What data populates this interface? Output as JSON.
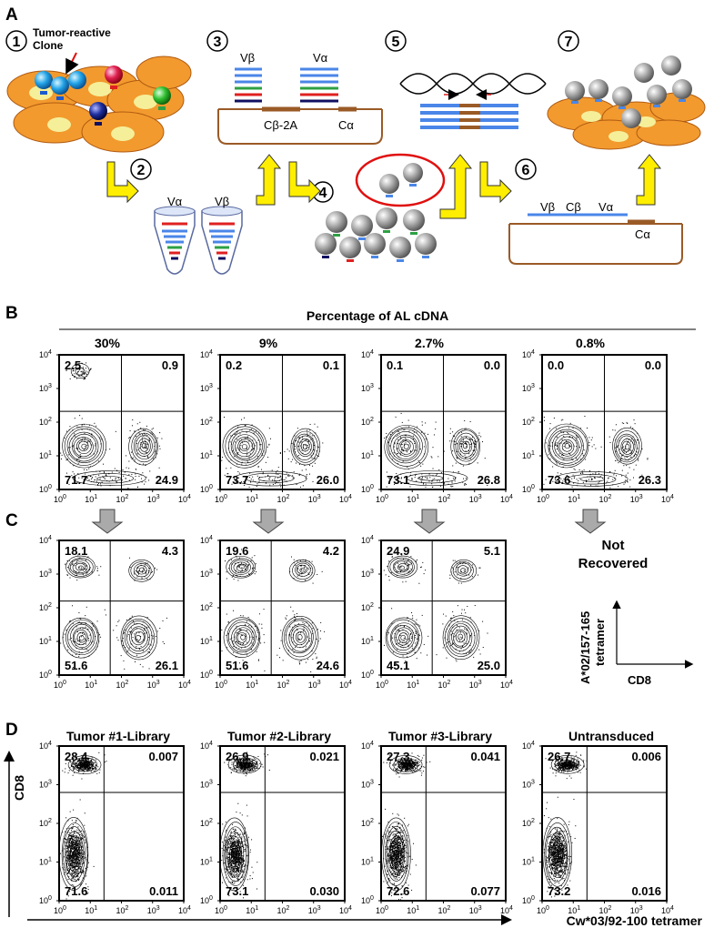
{
  "panel_labels": {
    "a": "A",
    "b": "B",
    "c": "C",
    "d": "D"
  },
  "panel_a": {
    "step_numbers": [
      "1",
      "2",
      "3",
      "4",
      "5",
      "6",
      "7"
    ],
    "tumor_reactive_label_1": "Tumor-reactive",
    "tumor_reactive_label_2": "Clone",
    "step2_labels": {
      "va": "Vα",
      "vb": "Vβ"
    },
    "step3_labels": {
      "vb": "Vβ",
      "va": "Vα",
      "cb2a": "Cβ-2A",
      "ca": "Cα"
    },
    "step6_labels": {
      "vb": "Vβ",
      "cb": "Cβ",
      "va": "Vα",
      "ca": "Cα"
    }
  },
  "panel_b": {
    "header": "Percentage of AL cDNA",
    "column_headers": [
      "30%",
      "9%",
      "2.7%",
      "0.8%"
    ],
    "plots": [
      {
        "ul": "2.5",
        "ur": "0.9",
        "ll": "71.7",
        "lr": "24.9"
      },
      {
        "ul": "0.2",
        "ur": "0.1",
        "ll": "73.7",
        "lr": "26.0"
      },
      {
        "ul": "0.1",
        "ur": "0.0",
        "ll": "73.1",
        "lr": "26.8"
      },
      {
        "ul": "0.0",
        "ur": "0.0",
        "ll": "73.6",
        "lr": "26.3"
      }
    ]
  },
  "panel_c": {
    "plots": [
      {
        "ul": "18.1",
        "ur": "4.3",
        "ll": "51.6",
        "lr": "26.1"
      },
      {
        "ul": "19.6",
        "ur": "4.2",
        "ll": "51.6",
        "lr": "24.6"
      },
      {
        "ul": "24.9",
        "ur": "5.1",
        "ll": "45.1",
        "lr": "25.0"
      }
    ],
    "not_recovered_1": "Not",
    "not_recovered_2": "Recovered",
    "axis_key_y_1": "A*02/157-165",
    "axis_key_y_2": "tetramer",
    "axis_key_x": "CD8"
  },
  "panel_d": {
    "titles": [
      "Tumor #1-Library",
      "Tumor #2-Library",
      "Tumor #3-Library",
      "Untransduced"
    ],
    "plots": [
      {
        "ul": "28.4",
        "ur": "0.007",
        "ll": "71.6",
        "lr": "0.011"
      },
      {
        "ul": "26.9",
        "ur": "0.021",
        "ll": "73.1",
        "lr": "0.030"
      },
      {
        "ul": "27.3",
        "ur": "0.041",
        "ll": "72.6",
        "lr": "0.077"
      },
      {
        "ul": "26.7",
        "ur": "0.006",
        "ll": "73.2",
        "lr": "0.016"
      }
    ],
    "y_axis_label": "CD8",
    "x_axis_label": "Cw*03/92-100 tetramer"
  },
  "axis_ticks": {
    "x": [
      "10^0",
      "10^1",
      "10^2",
      "10^3",
      "10^4"
    ],
    "y": [
      "10^0",
      "10^1",
      "10^2",
      "10^3",
      "10^4"
    ]
  },
  "colors": {
    "tumor_cell": "#f29a2e",
    "nucleus": "#f5ef9a",
    "arrow_yellow": "#ffee00",
    "tcr_blue": "#4a86e8",
    "tcr_green": "#2ea043",
    "tcr_red": "#e02020",
    "tcr_navy": "#101060",
    "plasmid_brown": "#9a5a26",
    "highlight_red": "#e01010"
  }
}
